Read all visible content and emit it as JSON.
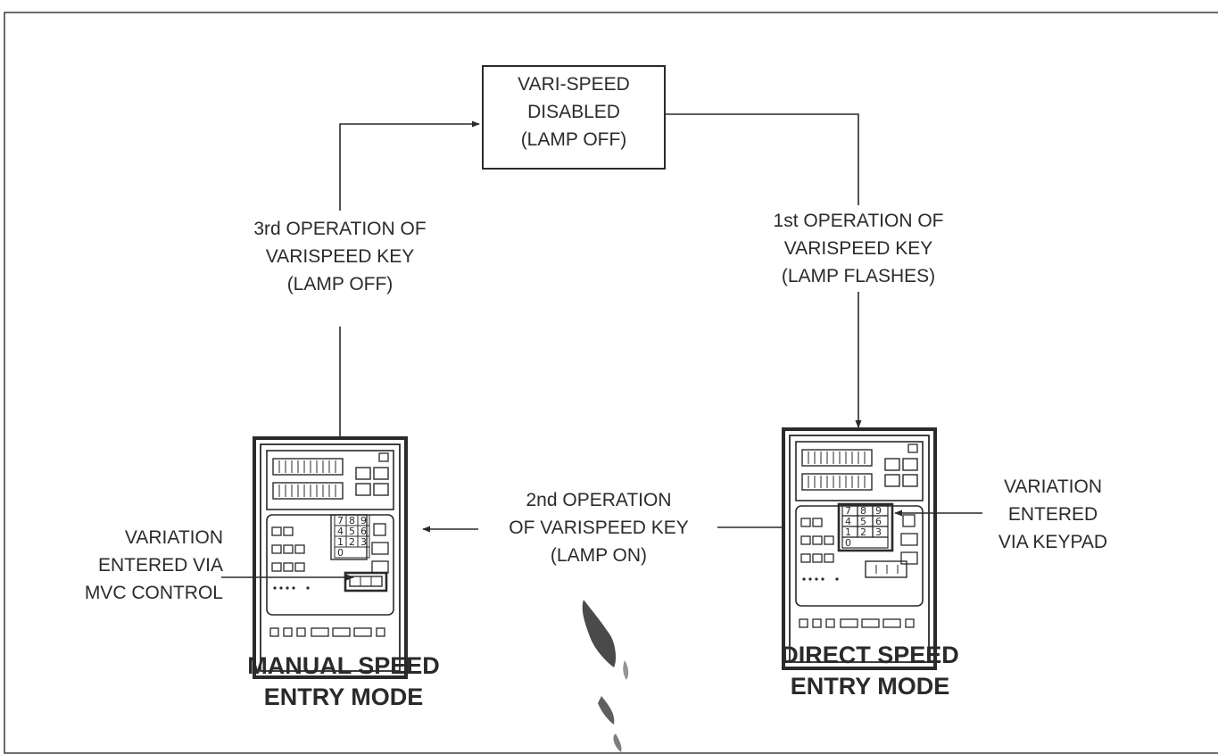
{
  "top_box": {
    "line1": "VARI-SPEED",
    "line2": "DISABLED",
    "line3": "(LAMP OFF)"
  },
  "transitions": {
    "first": {
      "line1": "1st OPERATION OF",
      "line2": "VARISPEED KEY",
      "line3": "(LAMP FLASHES)"
    },
    "second": {
      "line1": "2nd OPERATION",
      "line2": "OF VARISPEED KEY",
      "line3": "(LAMP ON)"
    },
    "third": {
      "line1": "3rd OPERATION OF",
      "line2": "VARISPEED KEY",
      "line3": "(LAMP OFF)"
    }
  },
  "annotations": {
    "manual_input": {
      "line1": "VARIATION",
      "line2": "ENTERED VIA",
      "line3": "MVC CONTROL"
    },
    "direct_input": {
      "line1": "VARIATION",
      "line2": "ENTERED",
      "line3": "VIA KEYPAD"
    }
  },
  "keypad_digits": [
    "7",
    "8",
    "9",
    "4",
    "5",
    "6",
    "1",
    "2",
    "3",
    "0"
  ],
  "modes": {
    "manual": {
      "line1": "MANUAL SPEED",
      "line2": "ENTRY MODE"
    },
    "direct": {
      "line1": "DIRECT SPEED",
      "line2": "ENTRY MODE"
    }
  },
  "colors": {
    "ink": "#2a2a2a",
    "paper": "#ffffff"
  }
}
